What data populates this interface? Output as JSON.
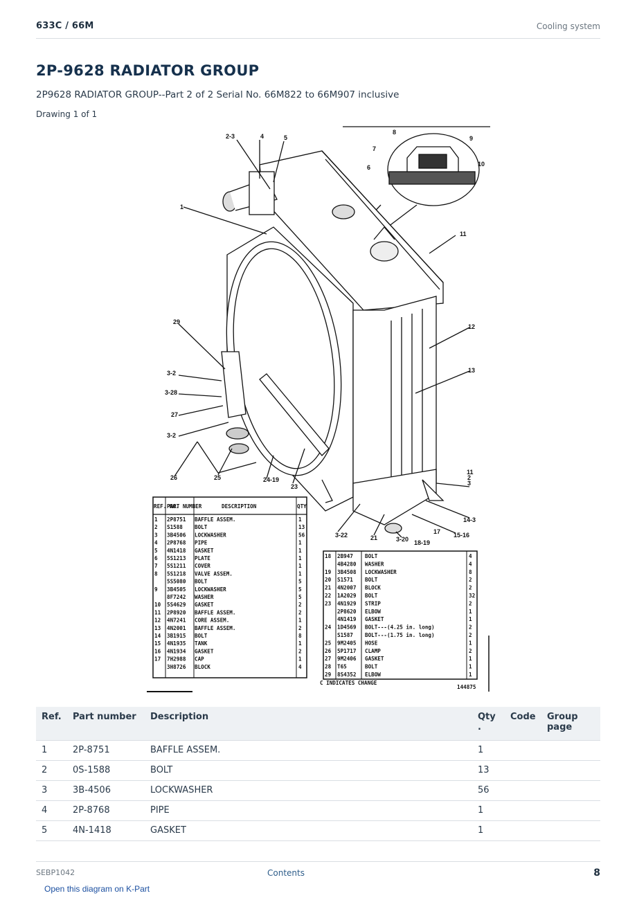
{
  "header": {
    "model": "633C  /  66M",
    "section": "Cooling system"
  },
  "title": "2P-9628 RADIATOR GROUP",
  "subtitle": "2P9628 RADIATOR GROUP--Part 2 of 2 Serial No. 66M822 to 66M907 inclusive",
  "drawing_label": "Drawing 1 of 1",
  "diagram": {
    "callouts": [
      "2-3",
      "4",
      "5",
      "8",
      "9",
      "7",
      "10",
      "6",
      "11",
      "1",
      "12",
      "29",
      "13",
      "3-2",
      "3-28",
      "27",
      "3-2",
      "26",
      "25",
      "24-19",
      "23",
      "3-22",
      "21",
      "3-20",
      "18-19",
      "17",
      "15-16",
      "14-3",
      "11",
      "2",
      "3"
    ],
    "table_left_headers": [
      "REF. NO.",
      "PART NUMBER",
      "DESCRIPTION",
      "QTY"
    ],
    "table_left_rows": [
      {
        "ref": "1",
        "part": "2P8751",
        "desc": "BAFFLE ASSEM.",
        "qty": "1"
      },
      {
        "ref": "2",
        "part": "S1588",
        "desc": "BOLT",
        "qty": "13"
      },
      {
        "ref": "3",
        "part": "3B4506",
        "desc": "LOCKWASHER",
        "qty": "56"
      },
      {
        "ref": "4",
        "part": "2P8768",
        "desc": "PIPE",
        "qty": "1"
      },
      {
        "ref": "5",
        "part": "4N1418",
        "desc": "GASKET",
        "qty": "1"
      },
      {
        "ref": "6",
        "part": "5S1213",
        "desc": "PLATE",
        "qty": "1"
      },
      {
        "ref": "7",
        "part": "5S1211",
        "desc": "COVER",
        "qty": "1"
      },
      {
        "ref": "8",
        "part": "5S1218",
        "desc": "VALVE ASSEM.",
        "qty": "1"
      },
      {
        "ref": "",
        "part": "5S5080",
        "desc": "BOLT",
        "qty": "5"
      },
      {
        "ref": "9",
        "part": "3B4505",
        "desc": "LOCKWASHER",
        "qty": "5"
      },
      {
        "ref": "",
        "part": "8F7242",
        "desc": "WASHER",
        "qty": "5"
      },
      {
        "ref": "10",
        "part": "5S4629",
        "desc": "GASKET",
        "qty": "2"
      },
      {
        "ref": "11",
        "part": "2P8920",
        "desc": "BAFFLE ASSEM.",
        "qty": "2"
      },
      {
        "ref": "12",
        "part": "4N7241",
        "desc": "CORE ASSEM.",
        "qty": "1"
      },
      {
        "ref": "13",
        "part": "4N2001",
        "desc": "BAFFLE ASSEM.",
        "qty": "2"
      },
      {
        "ref": "14",
        "part": "3B1915",
        "desc": "BOLT",
        "qty": "8"
      },
      {
        "ref": "15",
        "part": "4N1935",
        "desc": "TANK",
        "qty": "1"
      },
      {
        "ref": "16",
        "part": "4N1934",
        "desc": "GASKET",
        "qty": "2"
      },
      {
        "ref": "17",
        "part": "7H2988",
        "desc": "CAP",
        "qty": "1"
      },
      {
        "ref": "",
        "part": "3H8726",
        "desc": "BLOCK",
        "qty": "4"
      }
    ],
    "table_right_rows": [
      {
        "ref": "18",
        "part": "2B947",
        "desc": "BOLT",
        "qty": "4"
      },
      {
        "ref": "",
        "part": "4B4280",
        "desc": "WASHER",
        "qty": "4"
      },
      {
        "ref": "19",
        "part": "3B4508",
        "desc": "LOCKWASHER",
        "qty": "8"
      },
      {
        "ref": "20",
        "part": "S1571",
        "desc": "BOLT",
        "qty": "2"
      },
      {
        "ref": "21",
        "part": "4N2007",
        "desc": "BLOCK",
        "qty": "2"
      },
      {
        "ref": "22",
        "part": "1A2029",
        "desc": "BOLT",
        "qty": "32"
      },
      {
        "ref": "23",
        "part": "4N1929",
        "desc": "STRIP",
        "qty": "2"
      },
      {
        "ref": "",
        "part": "2P8620",
        "desc": "ELBOW",
        "qty": "1"
      },
      {
        "ref": "",
        "part": "4N1419",
        "desc": "GASKET",
        "qty": "1"
      },
      {
        "ref": "24",
        "part": "1D4569",
        "desc": "BOLT---(4.25 in. long)",
        "qty": "2"
      },
      {
        "ref": "",
        "part": "S1587",
        "desc": "BOLT---(1.75 in. long)",
        "qty": "2"
      },
      {
        "ref": "25",
        "part": "9M2405",
        "desc": "HOSE",
        "qty": "1"
      },
      {
        "ref": "26",
        "part": "5P1717",
        "desc": "CLAMP",
        "qty": "2"
      },
      {
        "ref": "27",
        "part": "9M2406",
        "desc": "GASKET",
        "qty": "1"
      },
      {
        "ref": "28",
        "part": "T65",
        "desc": "BOLT",
        "qty": "1"
      },
      {
        "ref": "29",
        "part": "8S4352",
        "desc": "ELBOW",
        "qty": "1"
      }
    ],
    "change_note": "C INDICATES CHANGE",
    "drawing_number": "144875"
  },
  "table": {
    "headers": {
      "ref": "Ref.",
      "part": "Part number",
      "desc": "Description",
      "qty": "Qty .",
      "code": "Code",
      "group": "Group page"
    },
    "rows": [
      {
        "ref": "1",
        "part": "2P-8751",
        "desc": "BAFFLE ASSEM.",
        "qty": "1"
      },
      {
        "ref": "2",
        "part": "0S-1588",
        "desc": "BOLT",
        "qty": "13"
      },
      {
        "ref": "3",
        "part": "3B-4506",
        "desc": "LOCKWASHER",
        "qty": "56"
      },
      {
        "ref": "4",
        "part": "2P-8768",
        "desc": "PIPE",
        "qty": "1"
      },
      {
        "ref": "5",
        "part": "4N-1418",
        "desc": "GASKET",
        "qty": "1"
      }
    ]
  },
  "footer": {
    "doc_number": "SEBP1042",
    "contents_link": "Contents",
    "page_number": "8"
  },
  "kpart_link": "Open this diagram on K-Part"
}
